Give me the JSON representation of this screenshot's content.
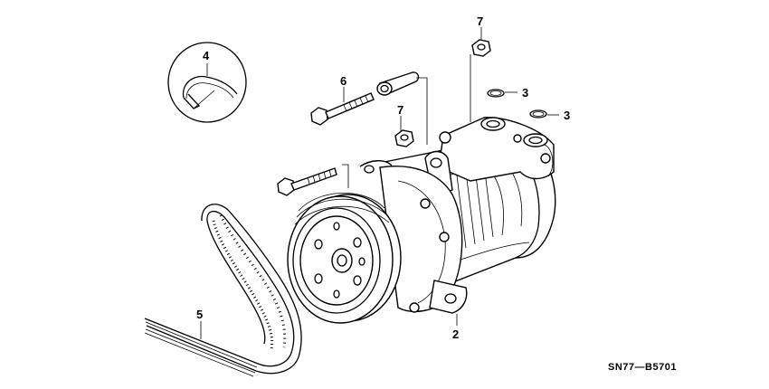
{
  "diagram": {
    "callouts": [
      {
        "id": "c2",
        "label": "2",
        "part": "compressor-body"
      },
      {
        "id": "c3a",
        "label": "3",
        "part": "o-ring-upper"
      },
      {
        "id": "c3b",
        "label": "3",
        "part": "o-ring-lower"
      },
      {
        "id": "c4",
        "label": "4",
        "part": "hose-clamp"
      },
      {
        "id": "c5",
        "label": "5",
        "part": "drive-belt"
      },
      {
        "id": "c6",
        "label": "6",
        "part": "mounting-bolt"
      },
      {
        "id": "c7a",
        "label": "7",
        "part": "nut-upper"
      },
      {
        "id": "c7b",
        "label": "7",
        "part": "nut-middle"
      }
    ],
    "diagram_code": "SN77—B5701"
  }
}
